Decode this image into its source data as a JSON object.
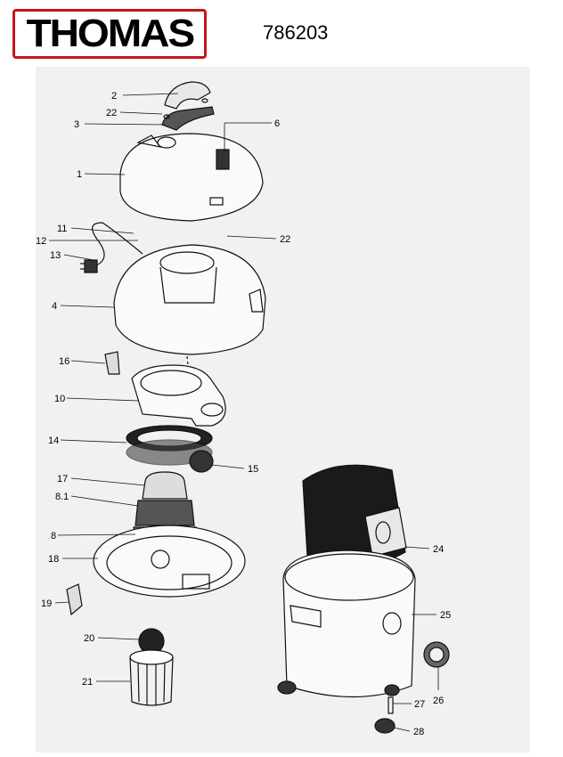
{
  "header": {
    "brand": "THOMAS",
    "model_number": "786203"
  },
  "colors": {
    "brand_red": "#c4161c",
    "sheet": "#f1f1f1",
    "ink": "#111111"
  },
  "callouts": [
    "2",
    "22",
    "3",
    "6",
    "1",
    "11",
    "12",
    "22",
    "13",
    "4",
    "16",
    "10",
    "14",
    "15",
    "17",
    "8.1",
    "8",
    "18",
    "19",
    "20",
    "21",
    "24",
    "25",
    "26",
    "27",
    "28"
  ]
}
